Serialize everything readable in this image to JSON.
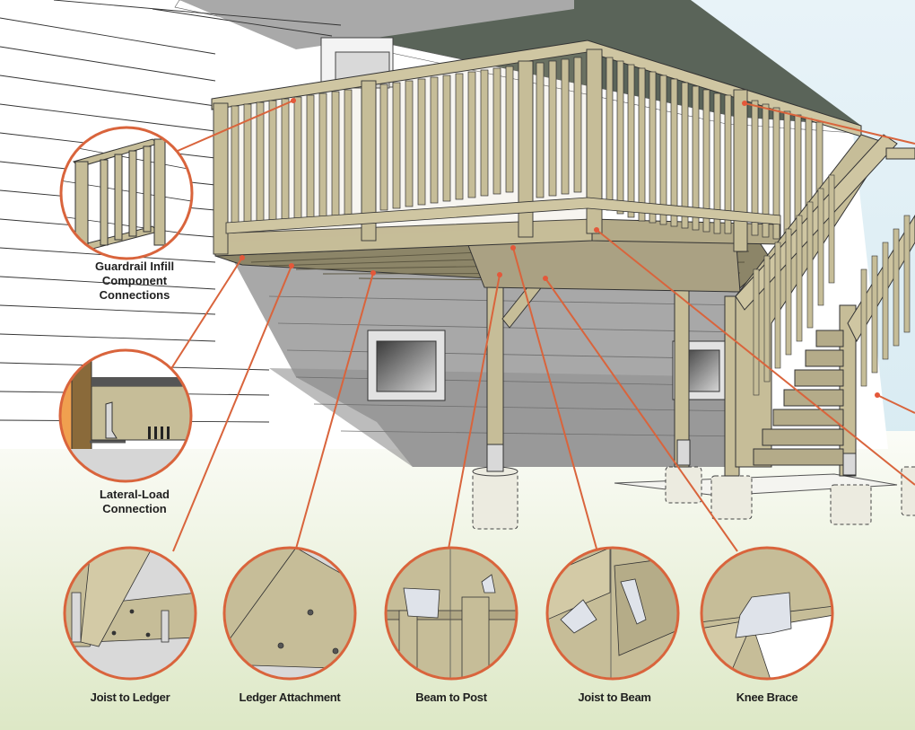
{
  "diagram": {
    "subject": "Elevated deck with stair, showing structural connector details",
    "accent_color": "#d9643c",
    "wood_color": "#c6bd98",
    "siding_color": "#ffffff",
    "roof_color": "#525c53",
    "ground_color": "#e4edcf",
    "callouts": [
      {
        "id": "guardrail-infill",
        "label_lines": [
          "Guardrail Infill",
          "Component",
          "Connections"
        ]
      },
      {
        "id": "lateral-load",
        "label_lines": [
          "Lateral-Load",
          "Connection"
        ]
      },
      {
        "id": "joist-to-ledger",
        "label": "Joist to Ledger"
      },
      {
        "id": "ledger-attachment",
        "label": "Ledger Attachment"
      },
      {
        "id": "beam-to-post",
        "label": "Beam to Post"
      },
      {
        "id": "joist-to-beam",
        "label": "Joist to Beam"
      },
      {
        "id": "knee-brace",
        "label": "Knee Brace"
      }
    ]
  }
}
